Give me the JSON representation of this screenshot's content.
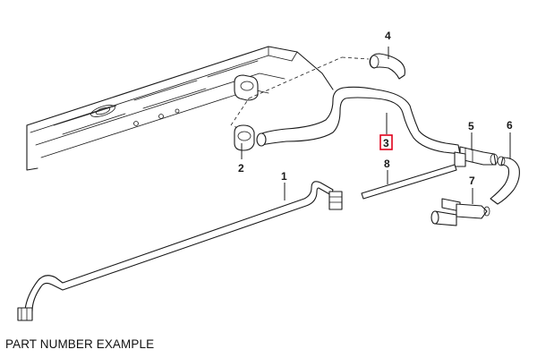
{
  "callouts": {
    "c1": "1",
    "c2": "2",
    "c3": "3",
    "c4": "4",
    "c5": "5",
    "c6": "6",
    "c7": "7",
    "c8": "8"
  },
  "highlighted_callout": "3",
  "highlight_color": "#e0001b",
  "caption": "PART NUMBER EXAMPLE"
}
